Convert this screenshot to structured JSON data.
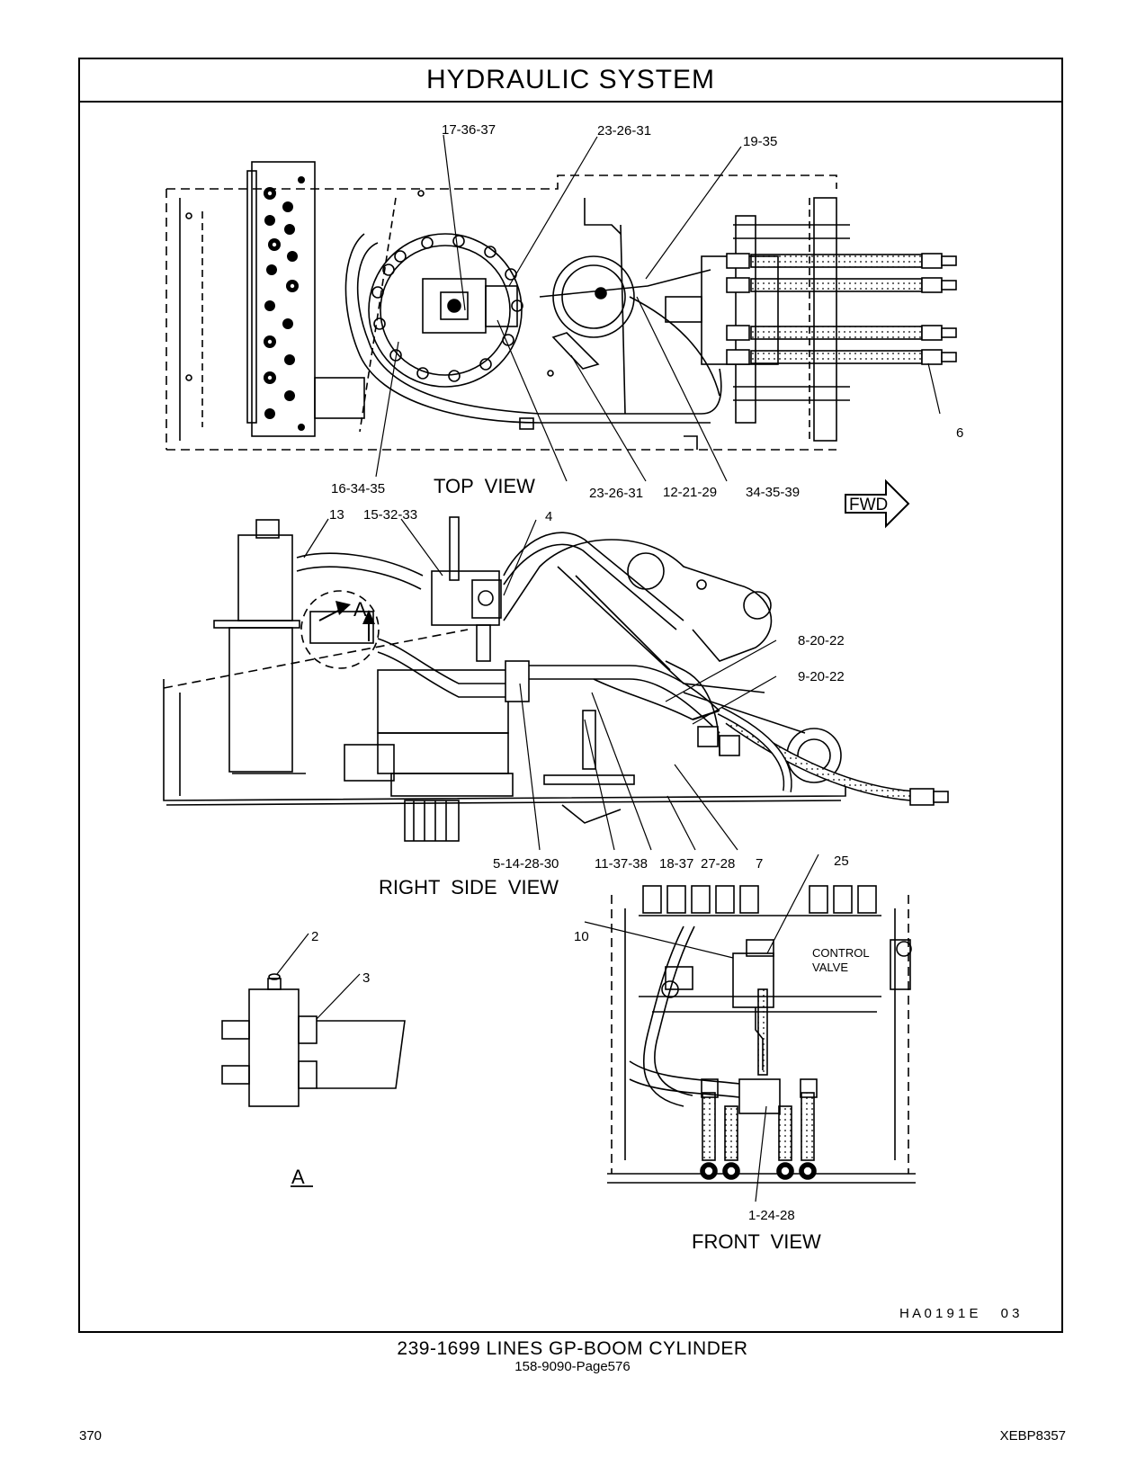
{
  "header": {
    "title": "HYDRAULIC   SYSTEM"
  },
  "views": {
    "top": "TOP  VIEW",
    "right_side": "RIGHT  SIDE  VIEW",
    "front": "FRONT  VIEW",
    "detail": "A",
    "detail_marker": "A"
  },
  "fwd_label": "FWD",
  "control_valve": {
    "line1": "CONTROL",
    "line2": "VALVE"
  },
  "callouts": {
    "c17_36_37": "17-36-37",
    "c23_26_31a": "23-26-31",
    "c19_35": "19-35",
    "c16_34_35": "16-34-35",
    "c23_26_31b": "23-26-31",
    "c12_21_29": "12-21-29",
    "c34_35_39": "34-35-39",
    "c6": "6",
    "c13": "13",
    "c15_32_33": "15-32-33",
    "c4": "4",
    "c8_20_22": "8-20-22",
    "c9_20_22": "9-20-22",
    "c5_14_28_30": "5-14-28-30",
    "c11_37_38": "11-37-38",
    "c18_37": "18-37",
    "c27_28": "27-28",
    "c7": "7",
    "c25": "25",
    "c10": "10",
    "c2": "2",
    "c3": "3",
    "c1_24_28": "1-24-28"
  },
  "drawing_code": "H A 0 1 9 1 E      0 3",
  "caption": {
    "main": "239-1699  LINES GP-BOOM CYLINDER",
    "sub": "158-9090-Page576"
  },
  "footer": {
    "page": "370",
    "doc": "XEBP8357"
  }
}
